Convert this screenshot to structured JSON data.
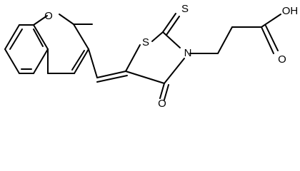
{
  "molecule": {
    "atoms": {
      "O_ring": "O",
      "S_ring": "S",
      "S_thione": "S",
      "N_ring": "N",
      "O_carbonyl": "O",
      "O_hydroxyl": "OH",
      "O_acid_carbonyl": "O"
    },
    "colors": {
      "bond": "#000000",
      "label": "#000000",
      "background": "#ffffff"
    }
  }
}
